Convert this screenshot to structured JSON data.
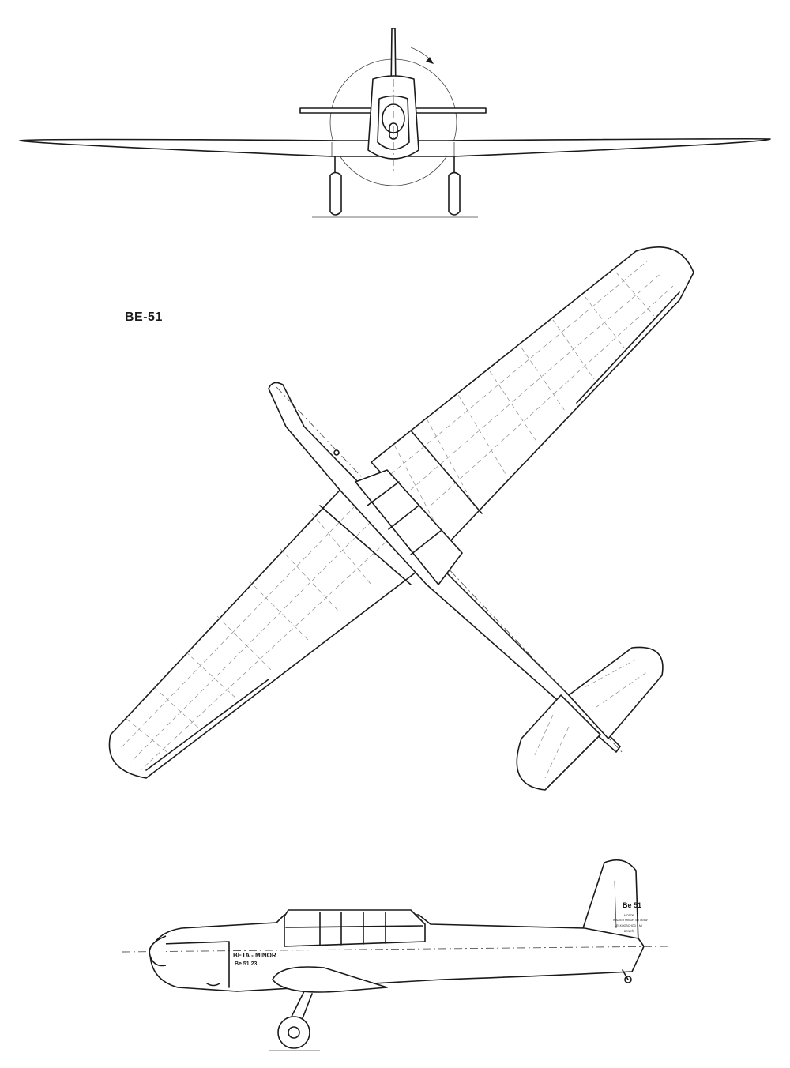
{
  "drawing": {
    "title": "BE-51",
    "fuselage_text_line1": "BETA - MINOR",
    "fuselage_text_line2": "Be 51.23",
    "tail_text": "Be 51",
    "tail_small_line1": "MOTOR",
    "tail_small_line2": "WALTER MINOR 4III 78 kW",
    "tail_small_line3": "VELKOOBCHOD 1 MI",
    "tail_small_line4": "BENEŠ"
  },
  "views": [
    "front-view",
    "top-view",
    "side-view"
  ],
  "colors": {
    "line": "#1a1a1a",
    "background": "#ffffff"
  }
}
